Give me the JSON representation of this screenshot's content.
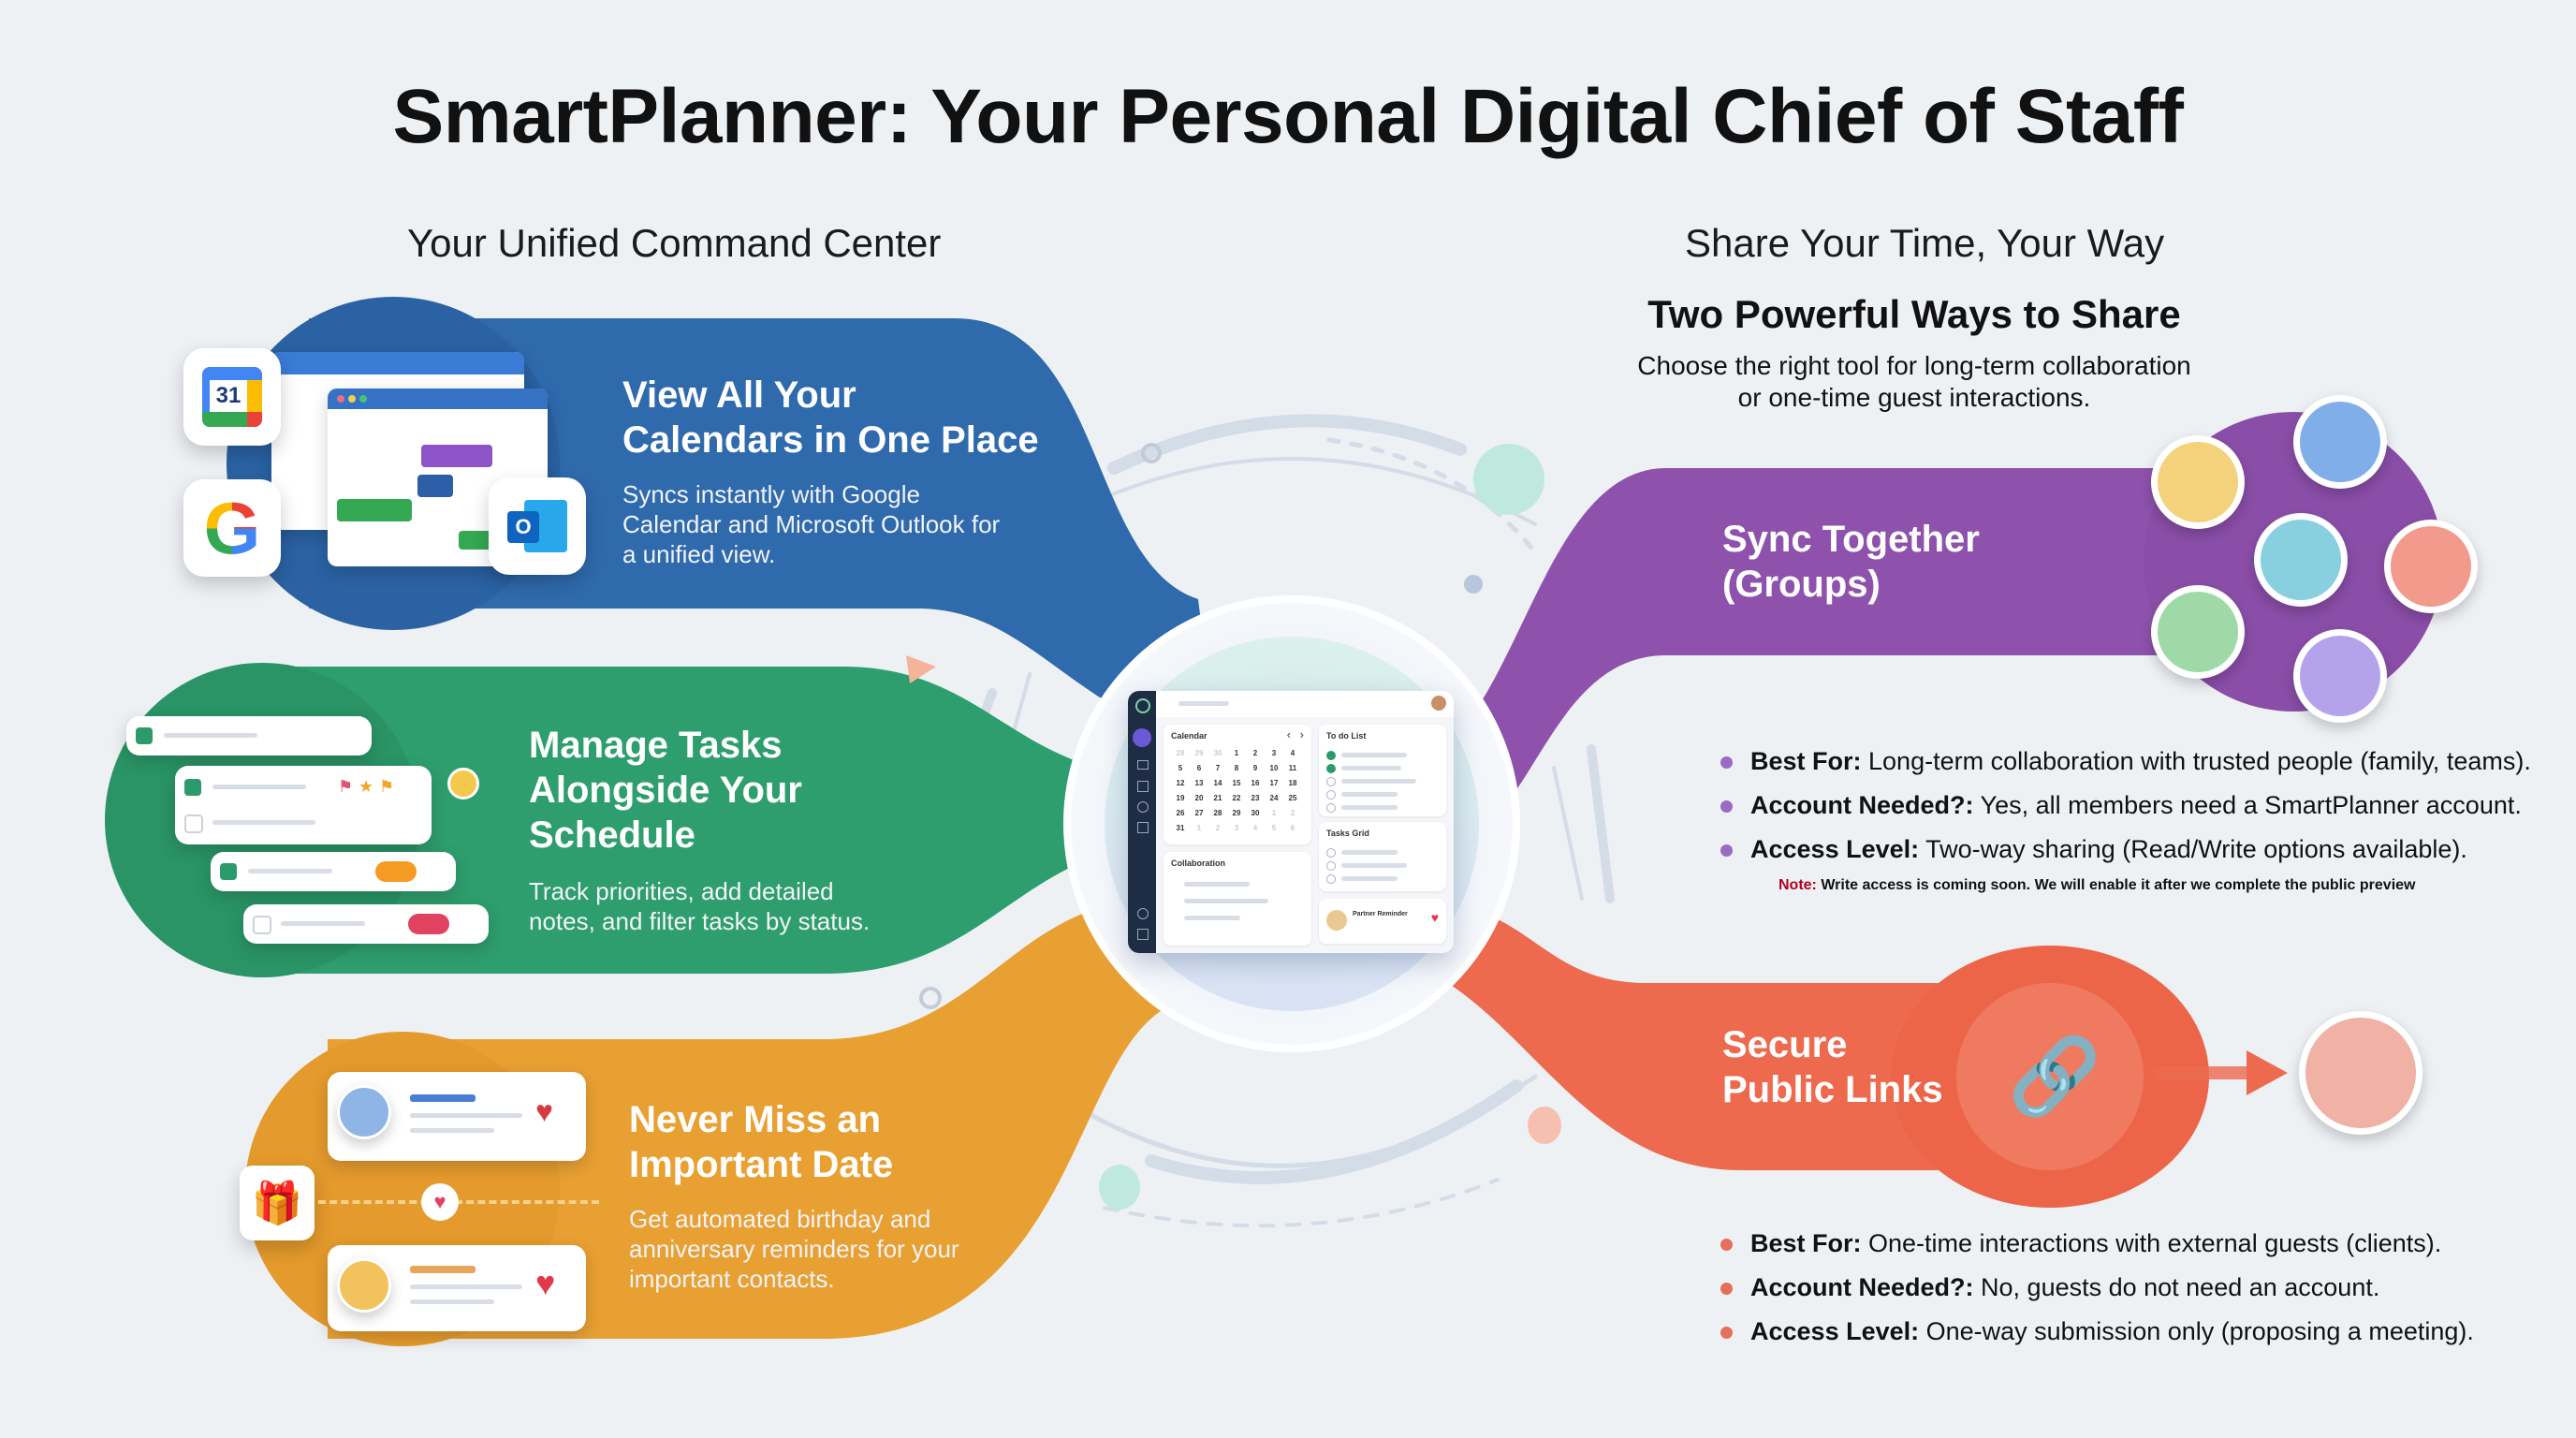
{
  "page": {
    "title": "SmartPlanner: Your Personal Digital Chief of Staff"
  },
  "left": {
    "heading": "Your Unified Command Center",
    "features": [
      {
        "title_line1": "View All Your",
        "title_line2": "Calendars in One Place",
        "desc_line1": "Syncs instantly with Google",
        "desc_line2": "Calendar and Microsoft Outlook for",
        "desc_line3": "a unified view.",
        "color": "#2f6aad",
        "icons": [
          "google-calendar-icon",
          "google-icon",
          "outlook-icon"
        ],
        "calendar_icon_day": "31"
      },
      {
        "title_line1": "Manage Tasks",
        "title_line2": "Alongside Your",
        "title_line3": "Schedule",
        "desc_line1": "Track priorities, add detailed",
        "desc_line2": "notes, and filter tasks by status.",
        "color": "#2e9e6e"
      },
      {
        "title_line1": "Never Miss an",
        "title_line2": "Important Date",
        "desc_line1": "Get automated birthday and",
        "desc_line2": "anniversary reminders for your",
        "desc_line3": "important contacts.",
        "color": "#e9a033"
      }
    ]
  },
  "center_app": {
    "calendar_title": "Calendar",
    "prev_glyph": "‹",
    "next_glyph": "›",
    "selected_day": "9",
    "days": [
      "28",
      "29",
      "30",
      "1",
      "2",
      "3",
      "4",
      "5",
      "6",
      "7",
      "8",
      "9",
      "10",
      "11",
      "12",
      "13",
      "14",
      "15",
      "16",
      "17",
      "18",
      "19",
      "20",
      "21",
      "22",
      "23",
      "24",
      "25",
      "26",
      "27",
      "28",
      "29",
      "30",
      "1",
      "2",
      "31",
      "1",
      "2",
      "3",
      "4",
      "5",
      "6"
    ],
    "muted_indices": [
      0,
      1,
      2,
      33,
      34,
      36,
      37,
      38,
      39,
      40,
      41
    ],
    "panel_todo_title": "To do List",
    "panel_tasks_title": "Tasks Grid",
    "panel_collab_title": "Collaboration",
    "panel_reminder_title": "Partner Reminder"
  },
  "right": {
    "heading": "Share Your Time, Your Way",
    "share_heading": "Two Powerful Ways to Share",
    "share_desc_line1": "Choose the right tool for long-term collaboration",
    "share_desc_line2": "or one-time guest interactions.",
    "groups": {
      "title_line1": "Sync Together",
      "title_line2": "(Groups)",
      "color": "#8e52ad",
      "bullets": [
        {
          "label": "Best For:",
          "text": " Long-term collaboration with trusted people (family, teams)."
        },
        {
          "label": "Account Needed?:",
          "text": " Yes, all members need a SmartPlanner account."
        },
        {
          "label": "Access Level:",
          "text": " Two-way sharing (Read/Write options available)."
        }
      ],
      "bullet_color": "#9b6bc4",
      "note_label": "Note:",
      "note_text": " Write access is coming soon. We will enable it after we complete the public preview"
    },
    "links": {
      "title_line1": "Secure",
      "title_line2": "Public Links",
      "color": "#ee6a4f",
      "icon": "link-globe-icon",
      "bullets": [
        {
          "label": "Best For:",
          "text": " One-time interactions with external guests (clients)."
        },
        {
          "label": "Account Needed?:",
          "text": " No, guests do not need an account."
        },
        {
          "label": "Access Level:",
          "text": " One-way submission only (proposing a meeting)."
        }
      ],
      "bullet_color": "#e46f5a"
    }
  }
}
